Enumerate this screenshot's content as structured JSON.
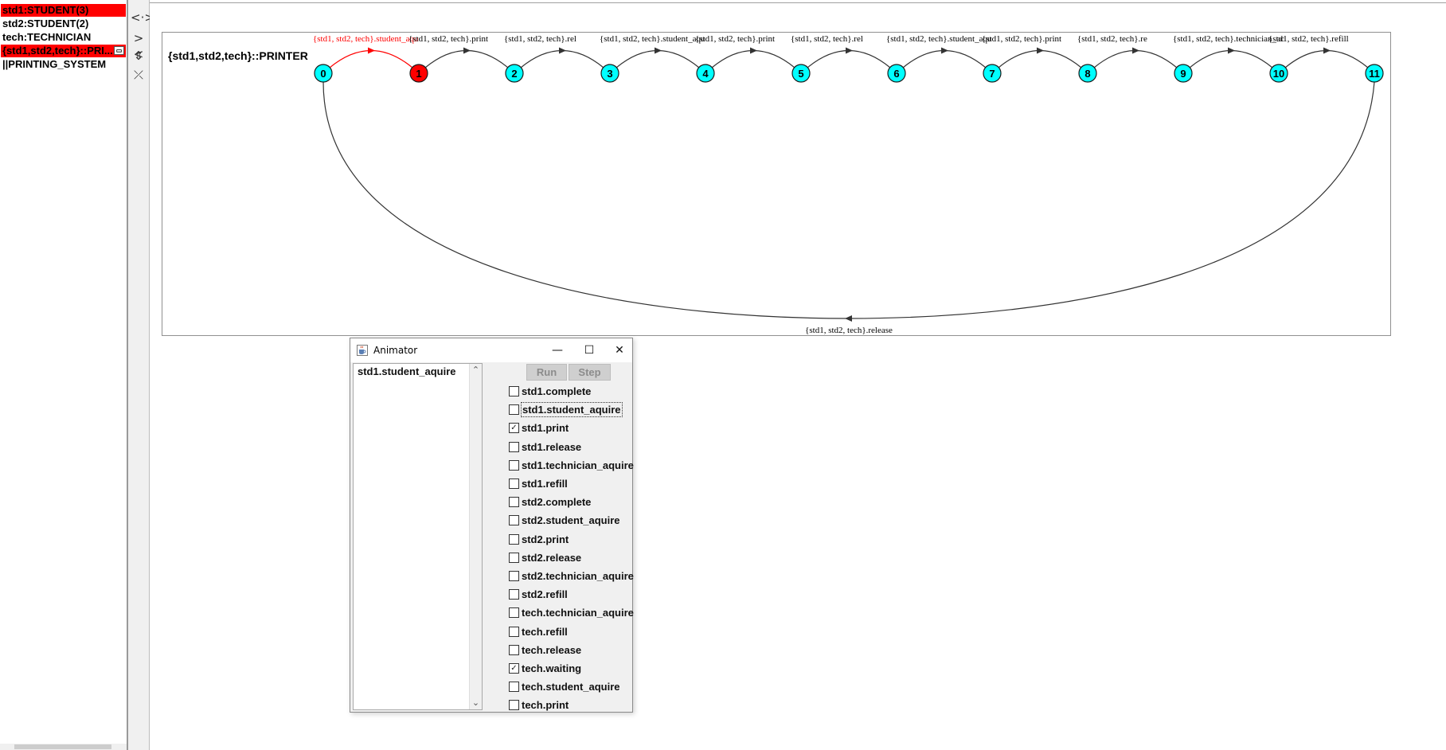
{
  "left_panel": {
    "items": [
      {
        "label": "std1:STUDENT(3)",
        "selected": true
      },
      {
        "label": "std2:STUDENT(2)",
        "selected": false
      },
      {
        "label": "tech:TECHNICIAN",
        "selected": false
      },
      {
        "label": "{std1,std2,tech}::PRI...",
        "selected": true
      },
      {
        "label": "||PRINTING_SYSTEM",
        "selected": false
      }
    ],
    "item_icon": "window-icon"
  },
  "toolbar": {
    "buttons": [
      {
        "name": "expand-horizontal-icon",
        "glyph": "<·>"
      },
      {
        "name": "shrink-horizontal-icon",
        "glyph": "><"
      },
      {
        "name": "expand-vertical-icon",
        "glyph": "⇕"
      },
      {
        "name": "shrink-vertical-icon",
        "glyph": "⤫"
      }
    ]
  },
  "diagram": {
    "process_label": "{std1,std2,tech}::PRINTER",
    "states": [
      "0",
      "1",
      "2",
      "3",
      "4",
      "5",
      "6",
      "7",
      "8",
      "9",
      "10",
      "11"
    ],
    "current_state": "1",
    "transitions": [
      {
        "from": "0",
        "to": "1",
        "label": "{std1, std2, tech}.student_aqu",
        "active": true
      },
      {
        "from": "1",
        "to": "2",
        "label": "{std1, std2, tech}.print",
        "active": false
      },
      {
        "from": "2",
        "to": "3",
        "label": "{std1, std2, tech}.rel",
        "active": false
      },
      {
        "from": "3",
        "to": "4",
        "label": "{std1, std2, tech}.student_aqu",
        "active": false
      },
      {
        "from": "4",
        "to": "5",
        "label": "{std1, std2, tech}.print",
        "active": false
      },
      {
        "from": "5",
        "to": "6",
        "label": "{std1, std2, tech}.rel",
        "active": false
      },
      {
        "from": "6",
        "to": "7",
        "label": "{std1, std2, tech}.student_aqu",
        "active": false
      },
      {
        "from": "7",
        "to": "8",
        "label": "{std1, std2, tech}.print",
        "active": false
      },
      {
        "from": "8",
        "to": "9",
        "label": "{std1, std2, tech}.re",
        "active": false
      },
      {
        "from": "9",
        "to": "10",
        "label": "{std1, std2, tech}.technician_ac",
        "active": false
      },
      {
        "from": "10",
        "to": "11",
        "label": "{std1, std2, tech}.refill",
        "active": false
      }
    ],
    "return_transition": {
      "from": "11",
      "to": "0",
      "label": "{std1, std2, tech}.release"
    },
    "colors": {
      "state_fill": "#00ffff",
      "current_fill": "#ff0000",
      "edge": "#333333",
      "active_edge": "#ff0000",
      "active_label": "#ff0000"
    }
  },
  "animator": {
    "title": "Animator",
    "window_buttons": {
      "minimize": "—",
      "maximize": "☐",
      "close": "✕"
    },
    "trace": [
      "std1.student_aquire"
    ],
    "run_label": "Run",
    "step_label": "Step",
    "actions": [
      {
        "label": "std1.complete",
        "checked": false,
        "focused": false
      },
      {
        "label": "std1.student_aquire",
        "checked": false,
        "focused": true
      },
      {
        "label": "std1.print",
        "checked": true,
        "focused": false
      },
      {
        "label": "std1.release",
        "checked": false,
        "focused": false
      },
      {
        "label": "std1.technician_aquire",
        "checked": false,
        "focused": false
      },
      {
        "label": "std1.refill",
        "checked": false,
        "focused": false
      },
      {
        "label": "std2.complete",
        "checked": false,
        "focused": false
      },
      {
        "label": "std2.student_aquire",
        "checked": false,
        "focused": false
      },
      {
        "label": "std2.print",
        "checked": false,
        "focused": false
      },
      {
        "label": "std2.release",
        "checked": false,
        "focused": false
      },
      {
        "label": "std2.technician_aquire",
        "checked": false,
        "focused": false
      },
      {
        "label": "std2.refill",
        "checked": false,
        "focused": false
      },
      {
        "label": "tech.technician_aquire",
        "checked": false,
        "focused": false
      },
      {
        "label": "tech.refill",
        "checked": false,
        "focused": false
      },
      {
        "label": "tech.release",
        "checked": false,
        "focused": false
      },
      {
        "label": "tech.waiting",
        "checked": true,
        "focused": false
      },
      {
        "label": "tech.student_aquire",
        "checked": false,
        "focused": false
      },
      {
        "label": "tech.print",
        "checked": false,
        "focused": false
      }
    ],
    "check_glyph": "✓"
  }
}
